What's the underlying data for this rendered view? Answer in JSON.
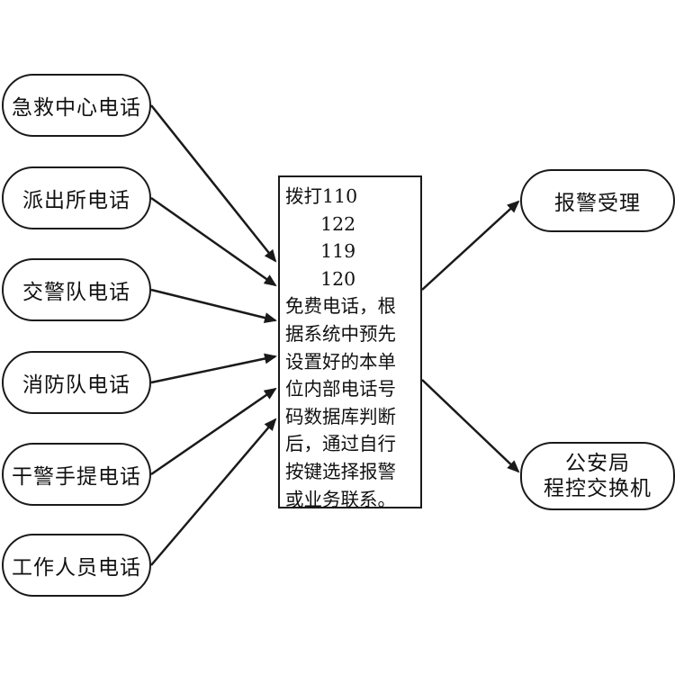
{
  "left_nodes": [
    "急救中心电话",
    "派出所电话",
    "交警队电话",
    "消防队电话",
    "干警手提电话",
    "工作人员电话"
  ],
  "center_box": {
    "lines": [
      "拨打110",
      "      122",
      "      119",
      "      120",
      "免费电话，根",
      "据系统中预先",
      "设置好的本单",
      "位内部电话号",
      "码数据库判断",
      "后，通过自行",
      "按键选择报警",
      "或业务联系。"
    ]
  },
  "right_nodes": {
    "alarm": "报警受理",
    "exchange_line1": "公安局",
    "exchange_line2": "程控交换机"
  },
  "colors": {
    "stroke": "#1a1a1a",
    "background": "#ffffff"
  }
}
